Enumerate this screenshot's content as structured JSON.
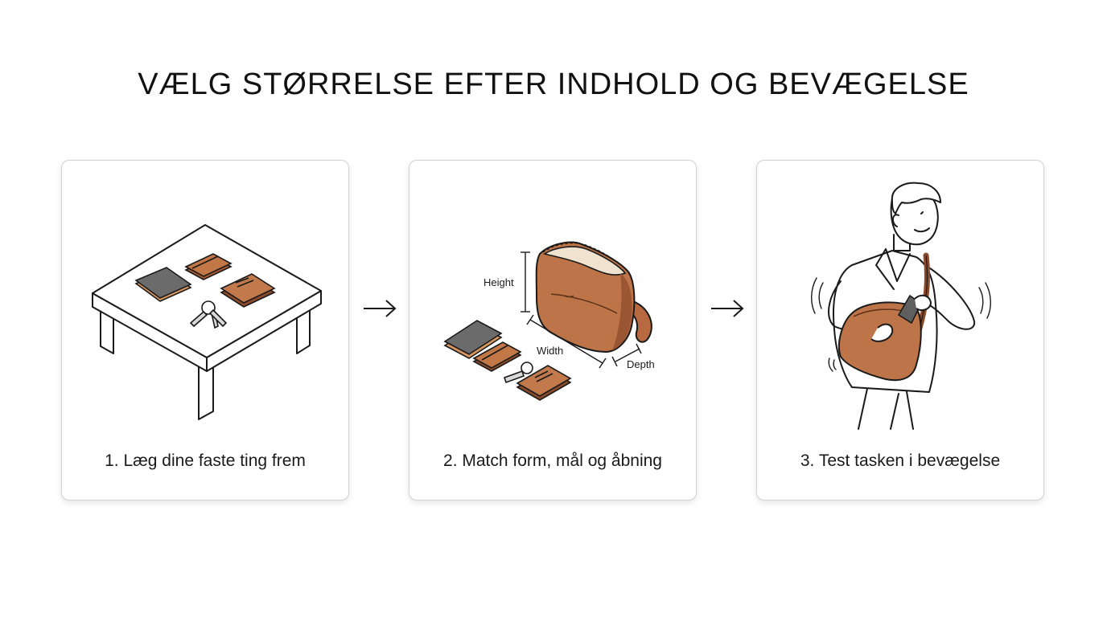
{
  "title": "VÆLG STØRRELSE EFTER INDHOLD OG BEVÆGELSE",
  "steps": [
    {
      "caption": "1. Læg dine faste ting frem"
    },
    {
      "caption": "2. Match form, mål og åbning"
    },
    {
      "caption": "3. Test tasken i bevægelse"
    }
  ],
  "dimensions": {
    "height": "Height",
    "width": "Width",
    "depth": "Depth"
  },
  "colors": {
    "leather": "#b8693f",
    "leather_dark": "#8a4a2a",
    "phone": "#6e6e6e",
    "outline": "#1a1a1a"
  },
  "icons": [
    "table-illustration",
    "bag-illustration",
    "person-illustration",
    "arrow-right-icon"
  ]
}
